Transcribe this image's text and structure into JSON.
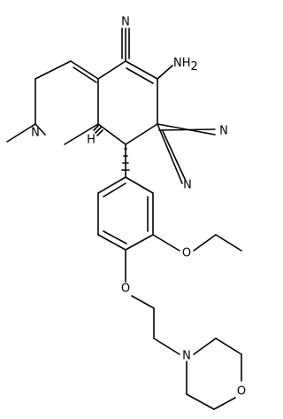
{
  "molecule": {
    "atoms": {
      "n_top": "N",
      "nh2": "NH",
      "nh2_sub": "2",
      "n_right": "N",
      "n_lower": "N",
      "n_ring": "N",
      "h_stereo": "H",
      "o_ethoxy": "O",
      "o_ether": "O",
      "n_morph": "N",
      "o_morph": "O"
    }
  }
}
